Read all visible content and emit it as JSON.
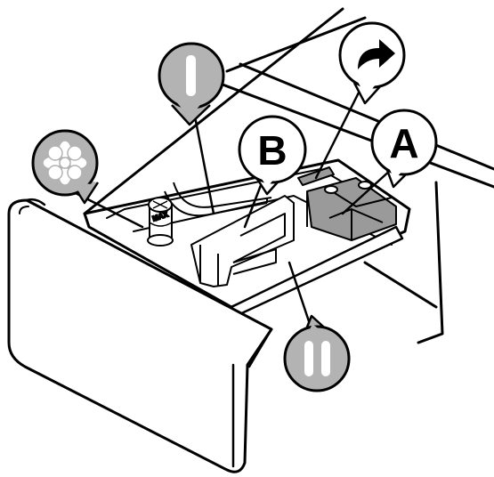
{
  "diagram": {
    "callouts": {
      "a": {
        "label": "A"
      },
      "b": {
        "label": "B"
      }
    },
    "max_marking": {
      "label": "MAX"
    },
    "icons": {
      "compartment_one": "roman-numeral-one-icon",
      "compartment_two": "roman-numeral-two-icon",
      "softener": "flower-icon",
      "direction": "curved-arrow-icon"
    },
    "colors": {
      "callout_gray": "#b3b3b3",
      "outline": "#000000",
      "background": "#ffffff",
      "insert_gray": "#9a9a9a"
    }
  }
}
